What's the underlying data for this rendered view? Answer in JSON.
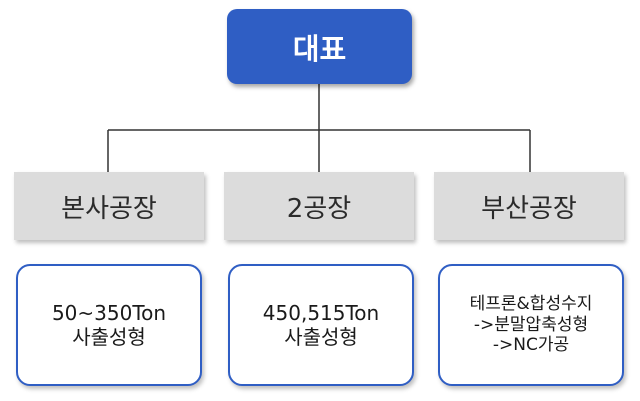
{
  "root": {
    "label": "대표"
  },
  "departments": [
    {
      "label": "본사공장",
      "description": [
        "50~350Ton",
        "사출성형"
      ]
    },
    {
      "label": "2공장",
      "description": [
        "450,515Ton",
        "사출성형"
      ]
    },
    {
      "label": "부산공장",
      "description": [
        "테프론&합성수지",
        "->분말압축성형",
        "->NC가공"
      ]
    }
  ],
  "colors": {
    "root_fill": "#2f5ec4",
    "dept_fill": "#dcdcdc",
    "desc_border": "#2f5ec4",
    "connector": "#333333"
  }
}
